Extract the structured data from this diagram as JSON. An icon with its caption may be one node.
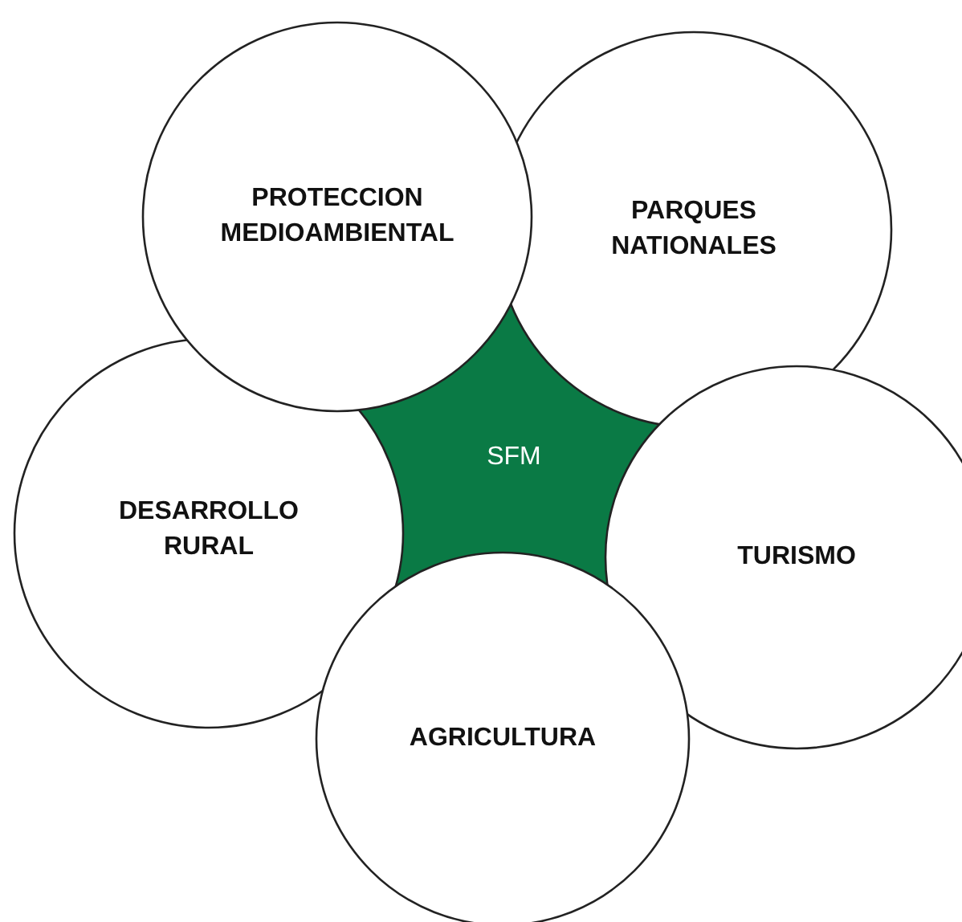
{
  "diagram": {
    "nodes": [
      {
        "text": [
          "PROTECCION MEDIOAMBIENTAL"
        ]
      },
      {
        "text": [
          "PARQUES NATIONALES"
        ]
      },
      {
        "text": [
          "SFM"
        ]
      },
      {
        "text": [
          "DESARROLLO RURAL"
        ]
      },
      {
        "text": [
          "TURISMO"
        ]
      },
      {
        "text": [
          "AGRICULTURA"
        ]
      }
    ]
  }
}
